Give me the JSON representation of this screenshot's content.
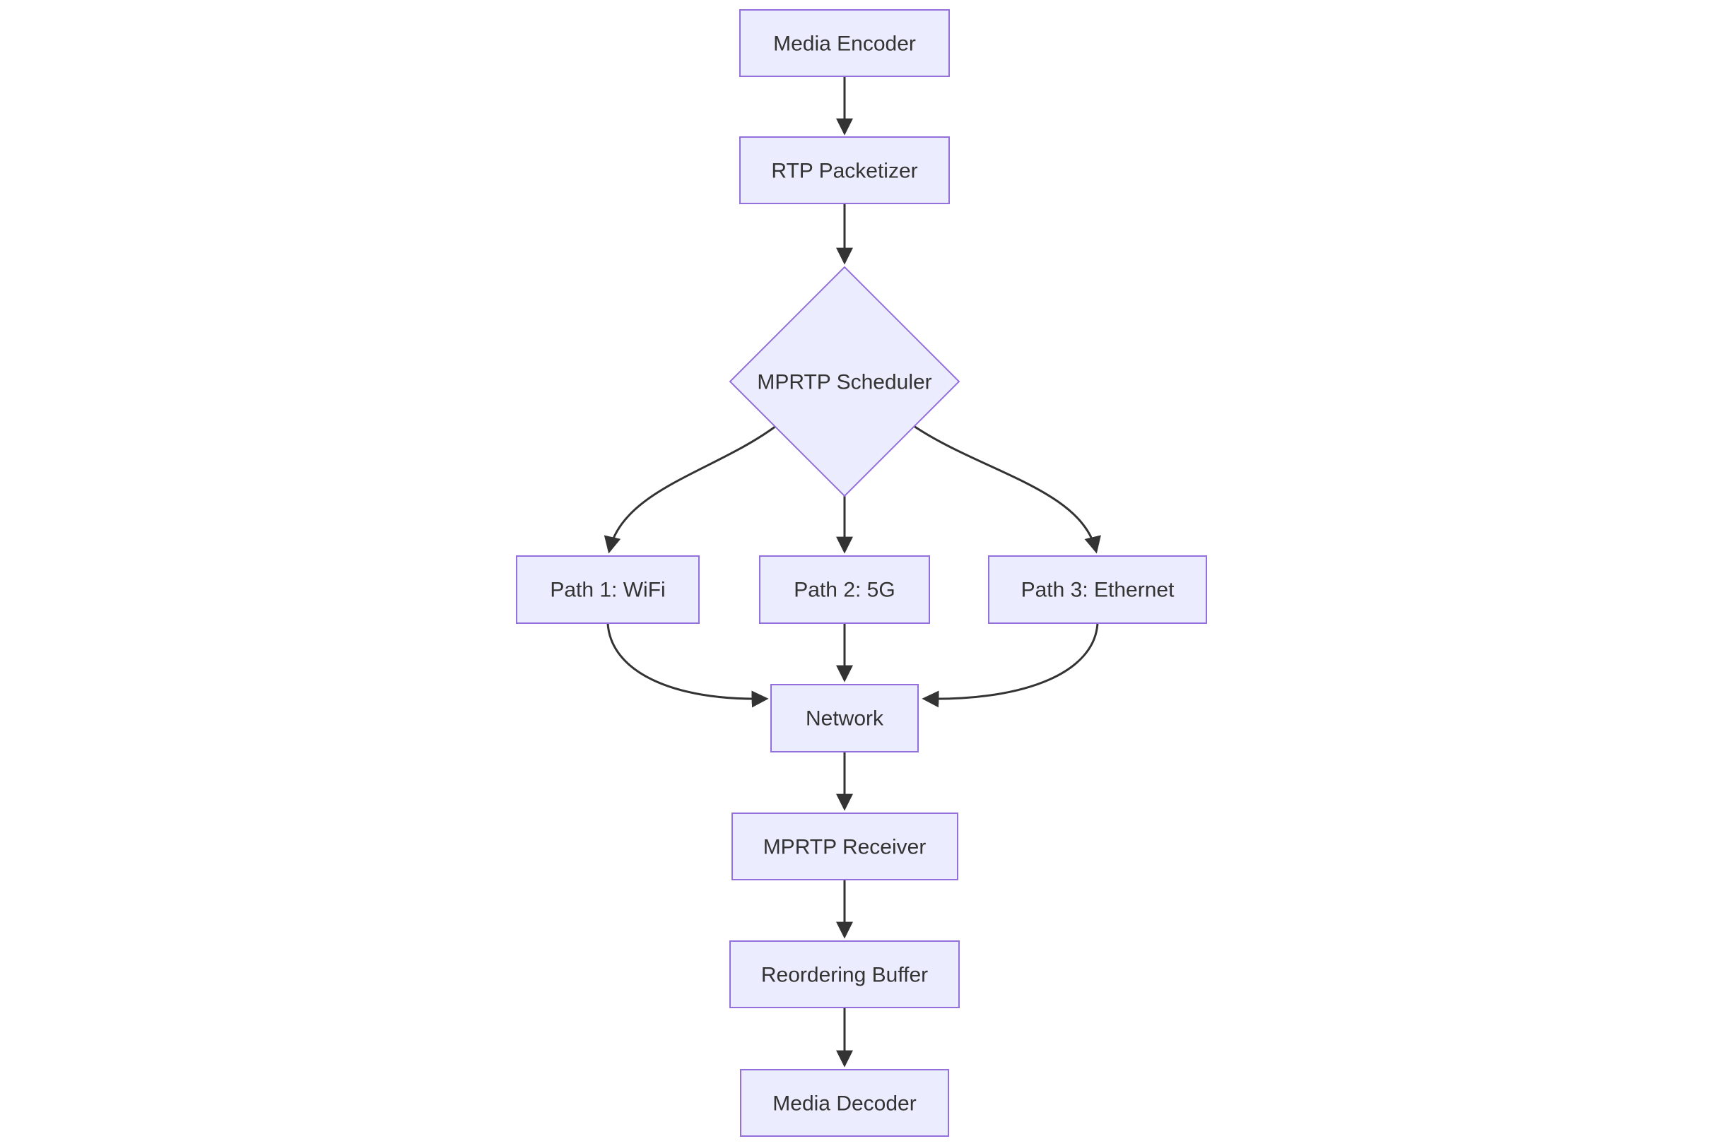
{
  "diagram": {
    "type": "flowchart",
    "direction": "top-to-bottom",
    "colors": {
      "background": "#FFFFFF",
      "node_fill": "#ECECFF",
      "node_border": "#9370DB",
      "edge_color": "#333333",
      "text_color": "#333333"
    },
    "nodes": [
      {
        "id": "media-encoder",
        "label": "Media Encoder",
        "shape": "rectangle"
      },
      {
        "id": "rtp-packetizer",
        "label": "RTP Packetizer",
        "shape": "rectangle"
      },
      {
        "id": "mprtp-scheduler",
        "label": "MPRTP Scheduler",
        "shape": "diamond"
      },
      {
        "id": "path-1-wifi",
        "label": "Path 1: WiFi",
        "shape": "rectangle"
      },
      {
        "id": "path-2-5g",
        "label": "Path 2: 5G",
        "shape": "rectangle"
      },
      {
        "id": "path-3-ethernet",
        "label": "Path 3: Ethernet",
        "shape": "rectangle"
      },
      {
        "id": "network",
        "label": "Network",
        "shape": "rectangle"
      },
      {
        "id": "mprtp-receiver",
        "label": "MPRTP Receiver",
        "shape": "rectangle"
      },
      {
        "id": "reordering-buffer",
        "label": "Reordering Buffer",
        "shape": "rectangle"
      },
      {
        "id": "media-decoder",
        "label": "Media Decoder",
        "shape": "rectangle"
      }
    ],
    "edges": [
      {
        "from": "media-encoder",
        "to": "rtp-packetizer"
      },
      {
        "from": "rtp-packetizer",
        "to": "mprtp-scheduler"
      },
      {
        "from": "mprtp-scheduler",
        "to": "path-1-wifi"
      },
      {
        "from": "mprtp-scheduler",
        "to": "path-2-5g"
      },
      {
        "from": "mprtp-scheduler",
        "to": "path-3-ethernet"
      },
      {
        "from": "path-1-wifi",
        "to": "network"
      },
      {
        "from": "path-2-5g",
        "to": "network"
      },
      {
        "from": "path-3-ethernet",
        "to": "network"
      },
      {
        "from": "network",
        "to": "mprtp-receiver"
      },
      {
        "from": "mprtp-receiver",
        "to": "reordering-buffer"
      },
      {
        "from": "reordering-buffer",
        "to": "media-decoder"
      }
    ]
  }
}
